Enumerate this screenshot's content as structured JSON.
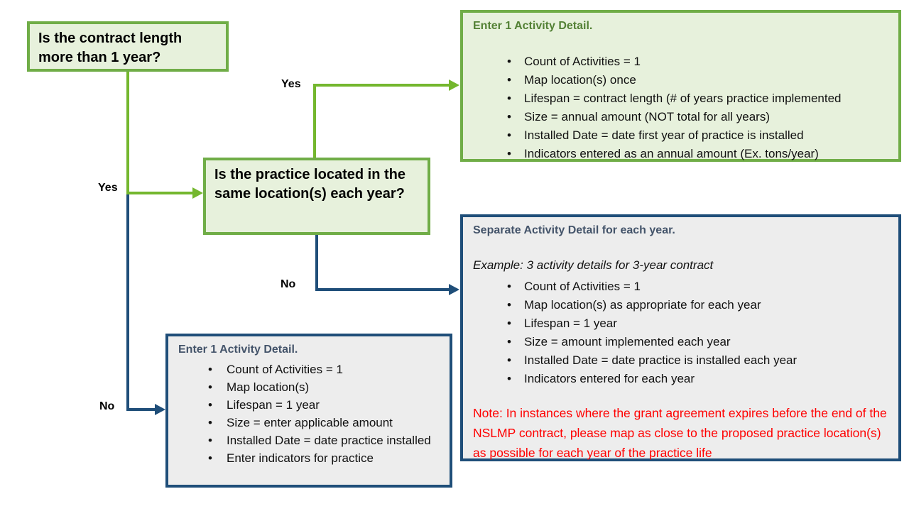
{
  "colors": {
    "green_line": "#74B72E",
    "green_border": "#70AD47",
    "green_fill": "#E7F1DC",
    "green_title": "#538135",
    "navy": "#1F4E79",
    "gray_fill": "#EDEDED",
    "slate_title": "#44546A",
    "note_red": "#FF0000"
  },
  "decisions": {
    "contract_length": "Is the contract length more than 1 year?",
    "same_location": "Is the practice located in the same location(s) each year?"
  },
  "branch_labels": {
    "q1_yes": "Yes",
    "q1_no": "No",
    "q2_yes": "Yes",
    "q2_no": "No"
  },
  "outcomes": {
    "annual_entry": {
      "title": "Enter 1 Activity Detail.",
      "bullets": [
        "Count of Activities = 1",
        "Map location(s) once",
        "Lifespan = contract length (# of years practice implemented",
        "Size = annual amount (NOT total for all years)",
        "Installed Date = date first year of practice is installed",
        "Indicators entered as an annual amount (Ex. tons/year)"
      ]
    },
    "separate_entries": {
      "title": "Separate Activity Detail for each year.",
      "example": "Example: 3 activity details for 3-year contract",
      "bullets": [
        "Count of Activities = 1",
        "Map location(s) as appropriate for each year",
        "Lifespan = 1 year",
        "Size = amount implemented each year",
        "Installed Date = date practice is installed each year",
        "Indicators entered for each year"
      ],
      "note": "Note: In instances where the grant agreement expires before the end of the NSLMP contract, please map as close to the proposed practice location(s) as possible for each year of the practice life"
    },
    "single_entry": {
      "title": "Enter 1 Activity Detail.",
      "bullets": [
        "Count of Activities = 1",
        "Map location(s)",
        "Lifespan = 1 year",
        "Size = enter applicable amount",
        "Installed Date = date practice installed",
        "Enter indicators for practice"
      ]
    }
  }
}
